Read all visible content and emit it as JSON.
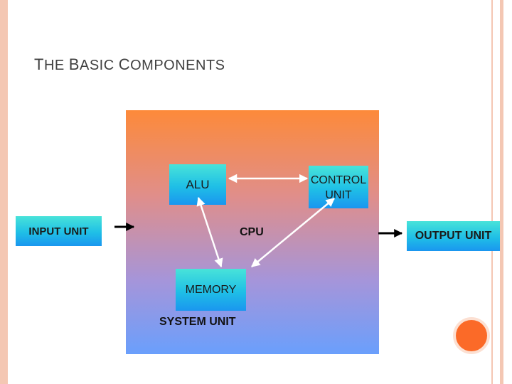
{
  "slide": {
    "title_parts": [
      {
        "text": "T",
        "cap": true
      },
      {
        "text": "HE ",
        "cap": false
      },
      {
        "text": "B",
        "cap": true
      },
      {
        "text": "ASIC ",
        "cap": false
      },
      {
        "text": "C",
        "cap": true
      },
      {
        "text": "OMPONENTS",
        "cap": false
      }
    ]
  },
  "diagram": {
    "alu": "ALU",
    "control_unit_line1": "CONTROL",
    "control_unit_line2": "UNIT",
    "cpu": "CPU",
    "memory": "MEMORY",
    "system_unit": "SYSTEM UNIT",
    "input_unit": "INPUT UNIT",
    "output_unit": "OUTPUT UNIT"
  },
  "colors": {
    "system_gradient_top": "#fd8a3a",
    "system_gradient_bottom": "#6a9ffc",
    "unit_box_top": "#48e3d9",
    "unit_box_bottom": "#1a96ef",
    "accent_circle": "#fb6a28",
    "slide_border": "#f4c7b3"
  }
}
